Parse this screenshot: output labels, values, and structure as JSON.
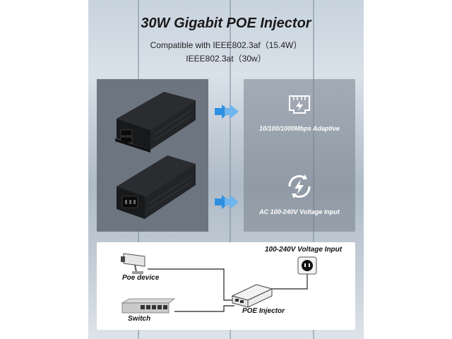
{
  "title": "30W Gigabit POE Injector",
  "subtitle_line1": "Compatible with IEEE802.3af（15.4W）",
  "subtitle_line2": "IEEE802.3at（30w）",
  "features": {
    "adaptive_label": "10/100/1000Mbps Adaptive",
    "voltage_label": "AC 100-240V Voltage Input"
  },
  "diagram": {
    "voltage_input": "100-240V Voltage Input",
    "poe_device": "Poe device",
    "poe_injector": "POE Injector",
    "switch": "Switch"
  },
  "colors": {
    "arrow": "#2d8fe0",
    "panel_dark": "#6d7680",
    "title": "#1a1a1a"
  },
  "icons": [
    "ethernet-port-icon",
    "power-bolt-icon",
    "arrow-right-icon",
    "cctv-camera-icon",
    "power-socket-icon"
  ]
}
